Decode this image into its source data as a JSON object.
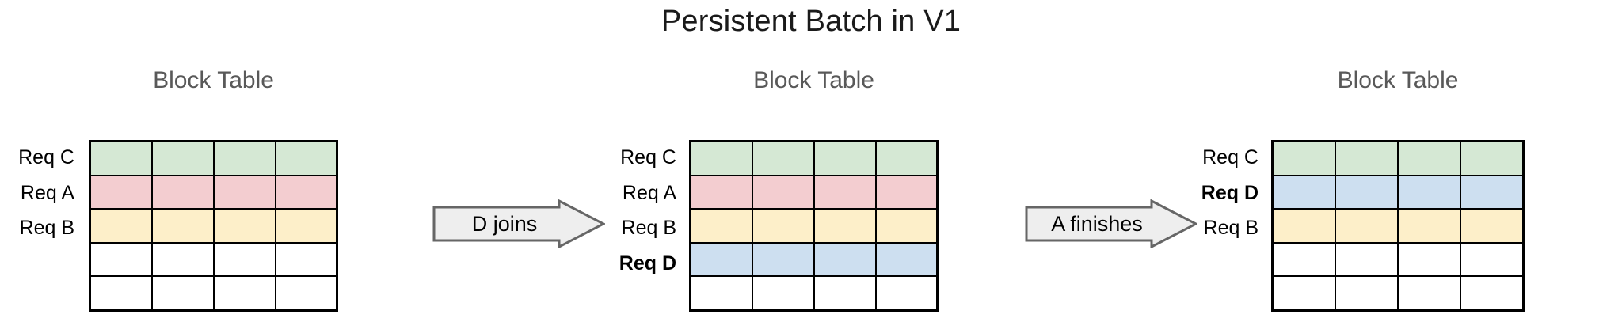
{
  "title": "Persistent Batch in V1",
  "colors": {
    "green": "#d5e8d4",
    "pink": "#f3cdd0",
    "yellow": "#fdefc9",
    "blue": "#cddff0",
    "empty": "#ffffff",
    "grid": "#000000",
    "arrow_fill": "#eeeeee",
    "arrow_stroke": "#666666",
    "title_color": "#1a1a1a",
    "table_title_color": "#595959"
  },
  "stages": [
    {
      "id": "stage-1",
      "table_title": "Block Table",
      "columns": 4,
      "rows": [
        {
          "label": "Req C",
          "bold": false,
          "color": "green"
        },
        {
          "label": "Req A",
          "bold": false,
          "color": "pink"
        },
        {
          "label": "Req B",
          "bold": false,
          "color": "yellow"
        },
        {
          "label": "",
          "bold": false,
          "color": "empty"
        },
        {
          "label": "",
          "bold": false,
          "color": "empty"
        }
      ]
    },
    {
      "id": "stage-2",
      "table_title": "Block Table",
      "columns": 4,
      "rows": [
        {
          "label": "Req C",
          "bold": false,
          "color": "green"
        },
        {
          "label": "Req A",
          "bold": false,
          "color": "pink"
        },
        {
          "label": "Req B",
          "bold": false,
          "color": "yellow"
        },
        {
          "label": "Req D",
          "bold": true,
          "color": "blue"
        },
        {
          "label": "",
          "bold": false,
          "color": "empty"
        }
      ]
    },
    {
      "id": "stage-3",
      "table_title": "Block Table",
      "columns": 4,
      "rows": [
        {
          "label": "Req C",
          "bold": false,
          "color": "green"
        },
        {
          "label": "Req D",
          "bold": true,
          "color": "blue"
        },
        {
          "label": "Req B",
          "bold": false,
          "color": "yellow"
        },
        {
          "label": "",
          "bold": false,
          "color": "empty"
        },
        {
          "label": "",
          "bold": false,
          "color": "empty"
        }
      ]
    }
  ],
  "transitions": [
    {
      "id": "transition-d-joins",
      "label": "D joins"
    },
    {
      "id": "transition-a-finishes",
      "label": "A finishes"
    }
  ]
}
